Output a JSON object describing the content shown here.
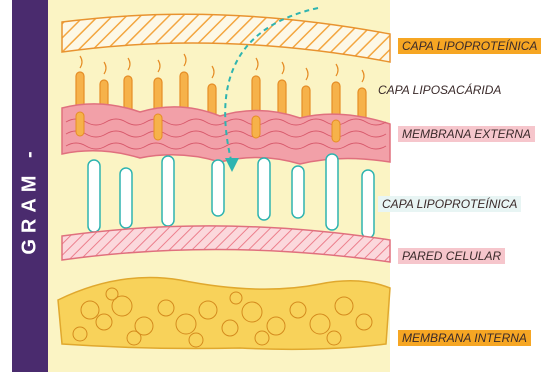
{
  "side_label": "GRAM -",
  "labels": {
    "outer_lipoprotein": "CAPA LIPOPROTEÍNICA",
    "lipopolysaccharide": "CAPA LIPOSACÁRIDA",
    "outer_membrane": "MEMBRANA EXTERNA",
    "inner_lipoprotein": "CAPA LIPOPROTEÍNICA",
    "cell_wall": "PARED CELULAR",
    "inner_membrane": "MEMBRANA INTERNA"
  },
  "colors": {
    "sidebar": "#4a2b6e",
    "panel": "#fbf4c4",
    "orange": "#f6a623",
    "pink": "#ec6f7f",
    "cyan": "#2fb4b0"
  }
}
